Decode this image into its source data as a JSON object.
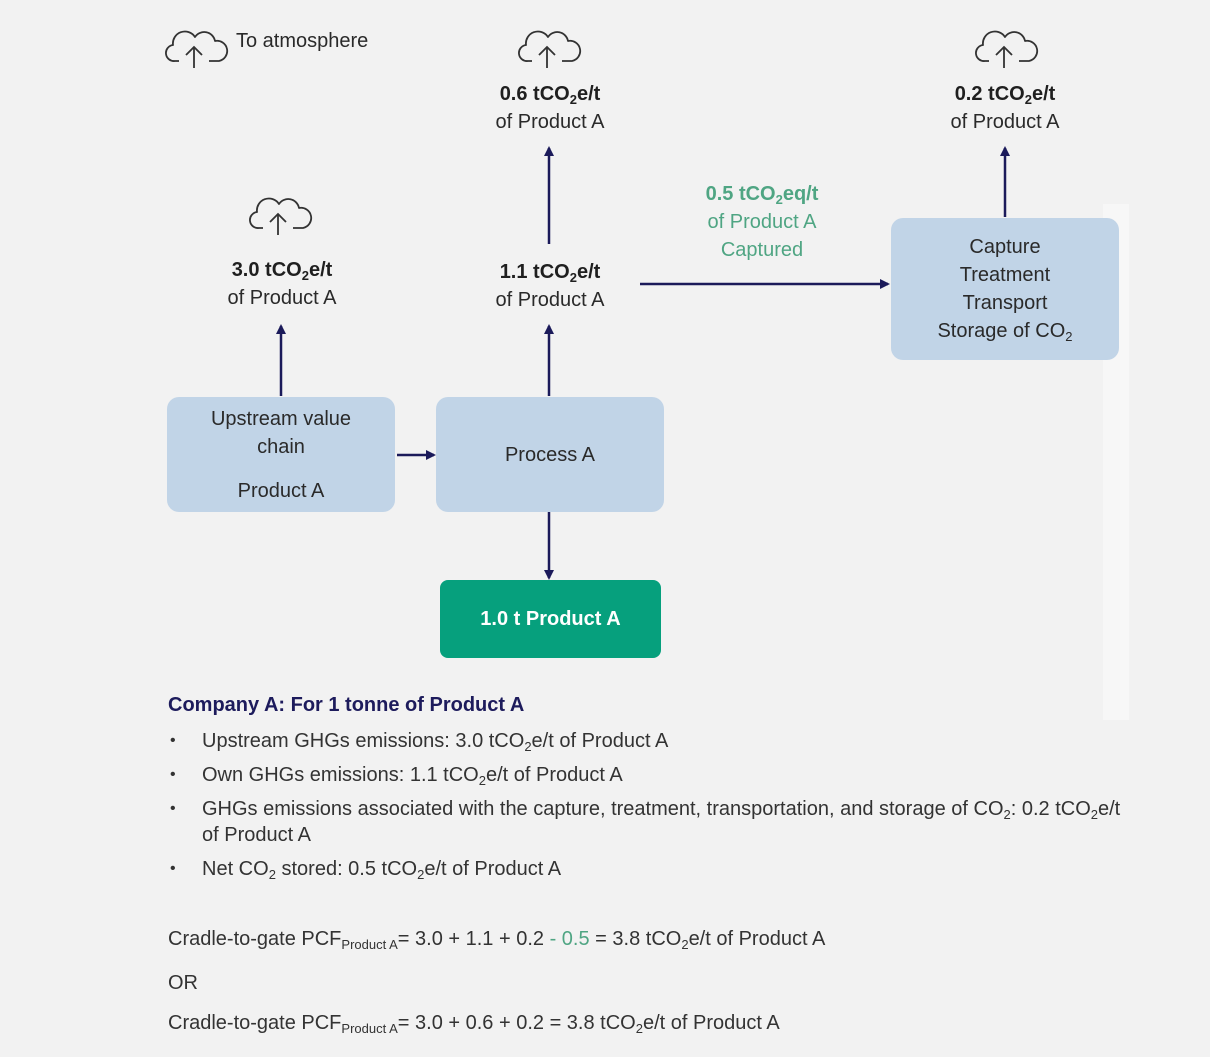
{
  "legend": {
    "icon": "cloud-upload-icon",
    "text": "To atmosphere"
  },
  "upstream": {
    "box_line1": "Upstream value",
    "box_line2": "chain",
    "box_line3": "Product A",
    "emission_value": "3.0 tCO",
    "emission_sub": "2",
    "emission_unit": "e/t",
    "emission_text": "of Product A"
  },
  "process": {
    "box_label": "Process A",
    "own_value": "1.1 tCO",
    "own_sub": "2",
    "own_unit": "e/t",
    "own_text": "of Product A",
    "atm_value": "0.6 tCO",
    "atm_sub": "2",
    "atm_unit": "e/t",
    "atm_text": "of Product A"
  },
  "captured": {
    "value": "0.5 tCO",
    "sub": "2",
    "unit": "eq/t",
    "line2": "of Product A",
    "line3": "Captured"
  },
  "ccs": {
    "line1": "Capture",
    "line2": "Treatment",
    "line3": "Transport",
    "line4": "Storage of CO",
    "line4_sub": "2",
    "atm_value": "0.2 tCO",
    "atm_sub": "2",
    "atm_unit": "e/t",
    "atm_text": "of Product A"
  },
  "output": {
    "label": "1.0 t Product A"
  },
  "colors": {
    "background": "#f2f2f2",
    "box": "#c1d4e7",
    "arrow": "#1b1a5a",
    "output_box": "#06a07d",
    "captured_text": "#4fa583",
    "title": "#1d1b5c"
  },
  "summary": {
    "title": "Company A: For 1 tonne of Product A",
    "b1_pre": "Upstream GHGs emissions: 3.0 tCO",
    "b1_sub": "2",
    "b1_post": "e/t of Product A",
    "b2_pre": "Own GHGs emissions: 1.1 tCO",
    "b2_sub": "2",
    "b2_post": "e/t of Product A",
    "b3_pre": "GHGs emissions associated with the capture, treatment, transportation, and storage of CO",
    "b3_sub1": "2",
    "b3_mid": ": 0.2 tCO",
    "b3_sub2": "2",
    "b3_post": "e/t of Product A",
    "b4_pre": "Net CO",
    "b4_sub1": "2",
    "b4_mid": " stored: 0.5 tCO",
    "b4_sub2": "2",
    "b4_post": "e/t of Product A"
  },
  "formula1": {
    "pre": "Cradle-to-gate PCF",
    "sub": "Product A",
    "mid": "= 3.0 + 1.1 + 0.2 ",
    "neg": "- 0.5",
    "post1": " = 3.8 tCO",
    "post_sub": "2",
    "post2": "e/t of Product A"
  },
  "or_text": "OR",
  "formula2": {
    "pre": "Cradle-to-gate PCF",
    "sub": "Product A",
    "mid": "= 3.0 + 0.6 + 0.2 = 3.8 tCO",
    "post_sub": "2",
    "post": "e/t of Product A"
  }
}
